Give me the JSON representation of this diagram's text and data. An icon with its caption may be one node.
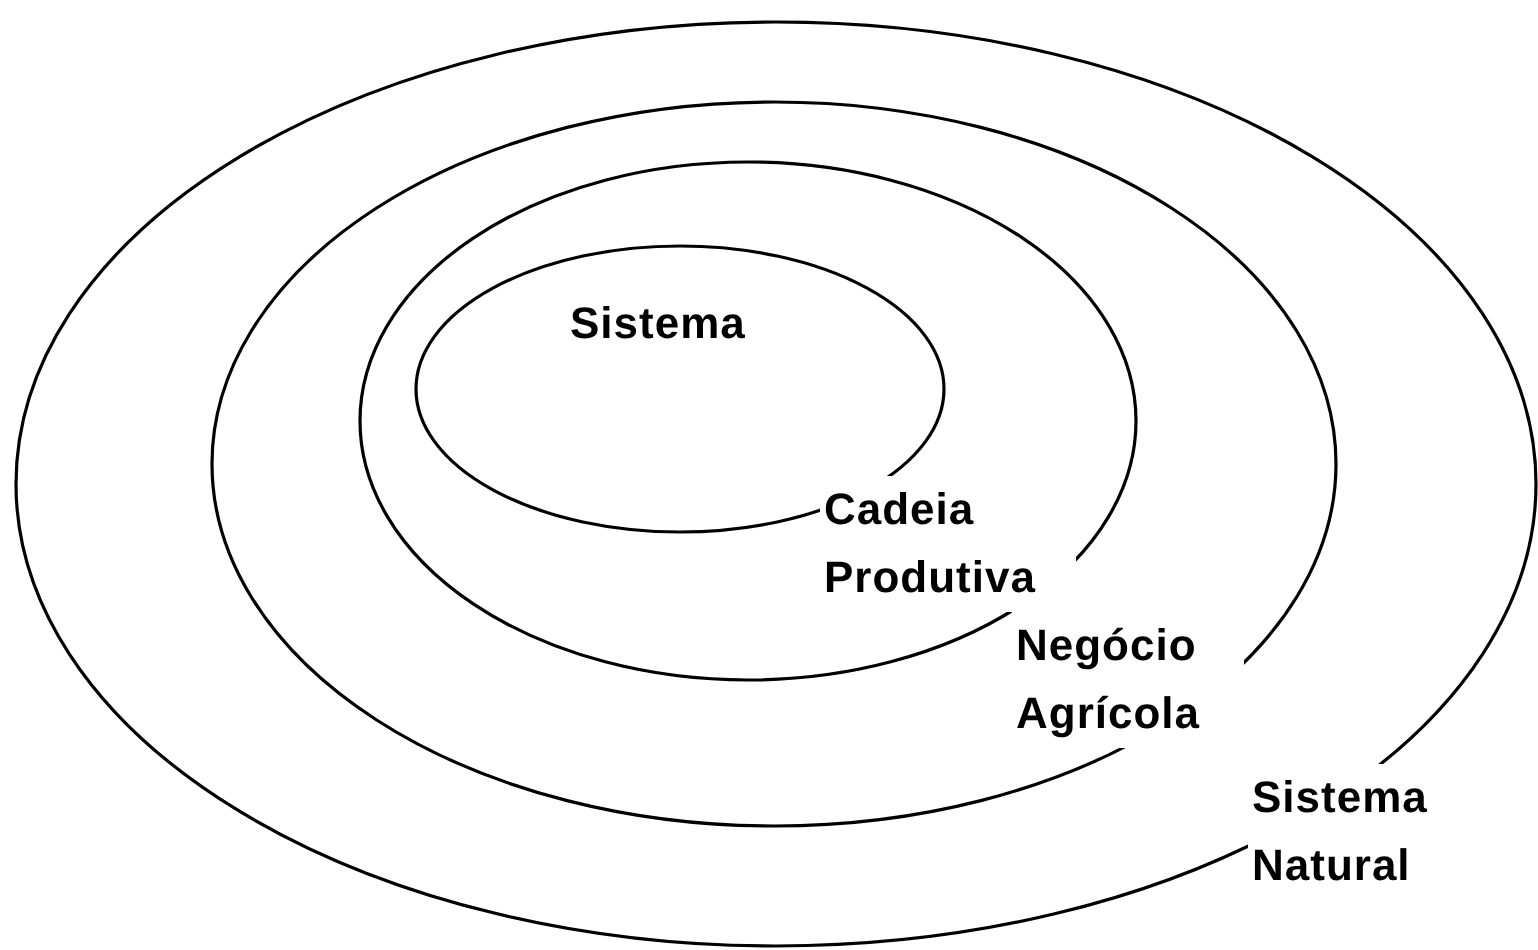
{
  "diagram": {
    "nodes": [
      {
        "text": [
          "Sistema Natural"
        ]
      },
      {
        "text": [
          "Negócio Agrícola"
        ],
        "in": 0
      },
      {
        "text": [
          "Cadeia Produtiva"
        ],
        "in": 1
      },
      {
        "text": [
          "Sistema"
        ],
        "in": 2
      }
    ]
  }
}
